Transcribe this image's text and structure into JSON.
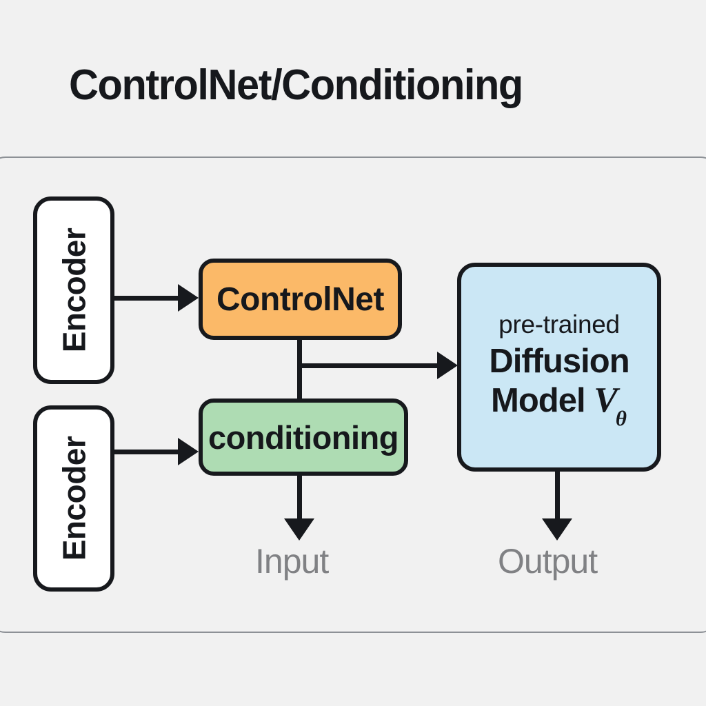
{
  "page": {
    "title": "ControlNet/Conditioning",
    "background_color": "#f1f1f1"
  },
  "panel": {
    "border_color": "#8d9196"
  },
  "nodes": [
    {
      "id": "encoder-top",
      "label": "Encoder",
      "fill": "#ffffff",
      "orientation": "vertical"
    },
    {
      "id": "encoder-bottom",
      "label": "Encoder",
      "fill": "#ffffff",
      "orientation": "vertical"
    },
    {
      "id": "controlnet",
      "label": "ControlNet",
      "fill": "#fbb968",
      "orientation": "horizontal"
    },
    {
      "id": "conditioning",
      "label": "conditioning",
      "fill": "#aedcb3",
      "orientation": "horizontal"
    },
    {
      "id": "diffusion-model",
      "line1": "pre-trained",
      "line2": "Diffusion",
      "line3_prefix": "Model",
      "line3_symbol": "V",
      "line3_subscript": "θ",
      "fill": "#cbe7f5",
      "orientation": "horizontal"
    }
  ],
  "io": {
    "input_label": "Input",
    "output_label": "Output",
    "label_color": "#808184"
  },
  "edges": [
    {
      "from": "encoder-top",
      "to": "controlnet"
    },
    {
      "from": "encoder-bottom",
      "to": "conditioning"
    },
    {
      "from": "controlnet",
      "to": "conditioning"
    },
    {
      "from": "controlnet",
      "to": "diffusion-model"
    },
    {
      "from": "conditioning",
      "to": "Input"
    },
    {
      "from": "diffusion-model",
      "to": "Output"
    }
  ]
}
